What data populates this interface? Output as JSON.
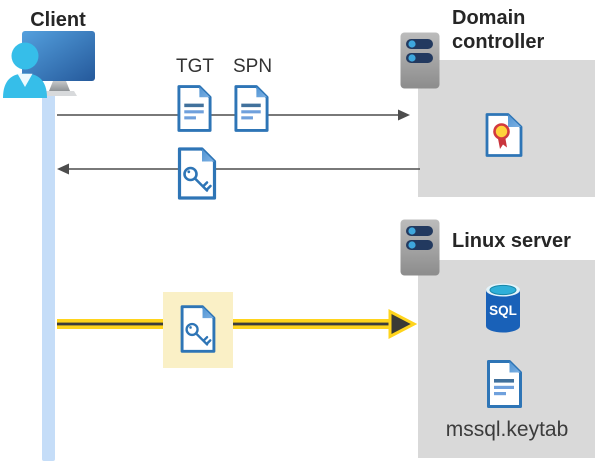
{
  "client": {
    "label": "Client"
  },
  "domain_controller": {
    "label": "Domain controller"
  },
  "linux_server": {
    "label": "Linux server"
  },
  "flows": {
    "tgt_label": "TGT",
    "spn_label": "SPN",
    "request": {
      "from": "client",
      "to": "domain-controller",
      "style": "thin-gray"
    },
    "response": {
      "from": "domain-controller",
      "to": "client",
      "style": "thin-gray",
      "carries": "key-document"
    },
    "auth": {
      "from": "client",
      "to": "linux-server",
      "style": "thick-yellow",
      "carries": "key-document",
      "highlighted": true
    }
  },
  "linux_contents": {
    "sql_label": "SQL",
    "keytab_label": "mssql.keytab"
  },
  "icons": {
    "client": "monitor-with-user",
    "domain_controller": "server-rack",
    "linux_server": "server-rack",
    "tgt": "document",
    "spn": "document",
    "ticket": "key-document",
    "certificate": "certificate-document",
    "database": "sql-database-cylinder",
    "keytab": "document"
  },
  "colors": {
    "doc_border": "#2E75B6",
    "doc_fold": "#5B9BD5",
    "doc_line_dark": "#41719C",
    "doc_line": "#6FA0DC",
    "arrow_gray": "#4D4D4D",
    "arrow_yellow": "#FFD41C",
    "arrow_dark_head": "#3A3A36",
    "highlight_bg": "#FAF0C6",
    "panel_bg": "#D9D9D9",
    "lifeline": "#C5DDF8",
    "person_cyan": "#36BEE9",
    "monitor_blue_top": "#54A0DE",
    "monitor_blue_bottom": "#25599B",
    "server_navy": "#22395F",
    "server_dot": "#3EA7DD",
    "sql_body": "#1961B8",
    "sql_top": "#2FB0D9",
    "cert_seal": "#FFD23B",
    "cert_ribbon": "#C9353C",
    "text_dark": "#262626"
  }
}
